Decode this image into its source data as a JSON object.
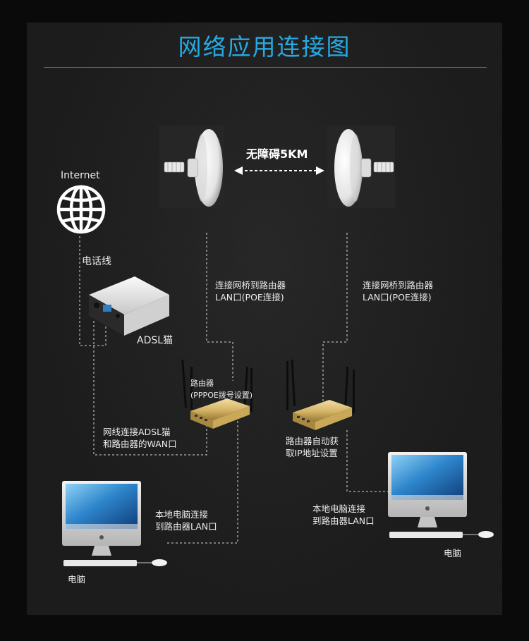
{
  "title": "网络应用连接图",
  "labels": {
    "internet": "Internet",
    "distance": "无障碍5KM",
    "phone_line": "电话线",
    "adsl_modem": "ADSL猫",
    "bridge_to_router_left_1": "连接网桥到路由器",
    "bridge_to_router_left_2": "LAN口(POE连接)",
    "bridge_to_router_right_1": "连接网桥到路由器",
    "bridge_to_router_right_2": "LAN口(POE连接)",
    "router_name": "路由器",
    "router_pppoe": "(PPPOE拨号设置)",
    "cable_adsl_1": "网线连接ADSL猫",
    "cable_adsl_2": "和路由器的WAN口",
    "router_auto_1": "路由器自动获",
    "router_auto_2": "取IP地址设置",
    "pc_left_1": "本地电脑连接",
    "pc_left_2": "到路由器LAN口",
    "pc_right_1": "本地电脑连接",
    "pc_right_2": "到路由器LAN口",
    "computer_left": "电脑",
    "computer_right": "电脑"
  },
  "colors": {
    "title": "#27a9e1",
    "text": "#ececec",
    "dashed_line": "#d6d6d6",
    "router_body": "#d4b56a",
    "screen": "#2b7fc4"
  },
  "icons": [
    "globe-icon",
    "wireless-bridge-icon",
    "adsl-modem-icon",
    "router-icon",
    "computer-icon",
    "double-arrow-icon"
  ]
}
